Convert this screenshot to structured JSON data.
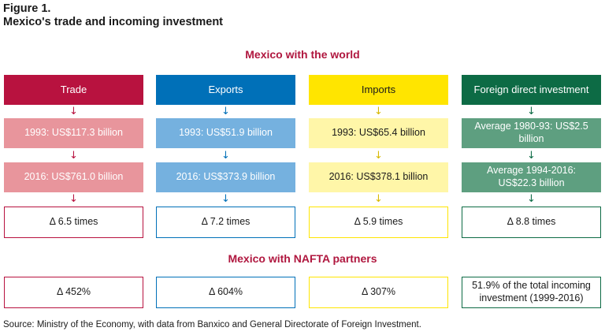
{
  "figure": {
    "label": "Figure 1.",
    "title": "Mexico's trade and incoming investment"
  },
  "world_heading": "Mexico with the world",
  "nafta_heading": "Mexico with NAFTA partners",
  "arrow_glyph": "↓",
  "columns": [
    {
      "header": "Trade",
      "value_1": "1993: US$117.3 billion",
      "value_2": "2016: US$761.0 billion",
      "delta": "Δ 6.5 times",
      "nafta": "Δ 452%",
      "colors": {
        "header": "#b8123f",
        "value": "#e8959c",
        "arrow": "#b8123f",
        "border": "#b8123f",
        "header_text": "#ffffff",
        "value_text": "#ffffff"
      }
    },
    {
      "header": "Exports",
      "value_1": "1993: US$51.9 billion",
      "value_2": "2016: US$373.9 billion",
      "delta": "Δ 7.2 times",
      "nafta": "Δ 604%",
      "colors": {
        "header": "#0070b8",
        "value": "#75b1df",
        "arrow": "#0070b8",
        "border": "#0070b8",
        "header_text": "#ffffff",
        "value_text": "#ffffff"
      }
    },
    {
      "header": "Imports",
      "value_1": "1993: US$65.4 billion",
      "value_2": "2016: US$378.1 billion",
      "delta": "Δ 5.9 times",
      "nafta": "Δ 307%",
      "colors": {
        "header": "#ffe500",
        "value": "#fff6a8",
        "arrow": "#d8b800",
        "border": "#ffe500",
        "header_text": "#1a1a1a",
        "value_text": "#1a1a1a"
      }
    },
    {
      "header": "Foreign direct investment",
      "value_1": "Average 1980-93: US$2.5 billion",
      "value_2": "Average 1994-2016: US$22.3 billion",
      "delta": "Δ 8.8 times",
      "nafta": "51.9% of the total incoming investment (1999-2016)",
      "colors": {
        "header": "#0d6b45",
        "value": "#5e9f80",
        "arrow": "#0d6b45",
        "border": "#0d6b45",
        "header_text": "#ffffff",
        "value_text": "#ffffff"
      }
    }
  ],
  "source": "Source: Ministry of the Economy, with data from Banxico and General Directorate of Foreign Investment."
}
